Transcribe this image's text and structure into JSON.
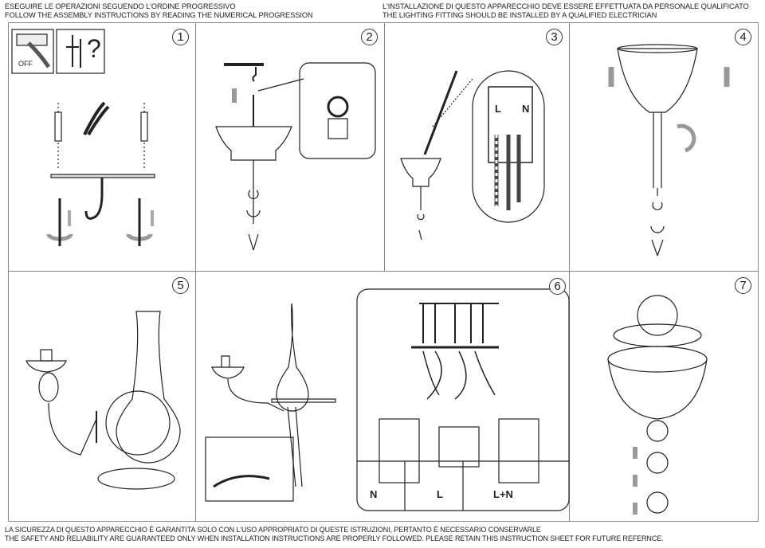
{
  "header": {
    "left_it": "ESEGUIRE LE OPERAZIONI SEGUENDO L'ORDINE PROGRESSIVO",
    "left_en": "FOLLOW THE ASSEMBLY INSTRUCTIONS BY READING THE NUMERICAL PROGRESSION",
    "right_it": "L'INSTALLAZIONE DI QUESTO APPARECCHIO DEVE ESSERE EFFETTUATA DA PERSONALE QUALIFICATO",
    "right_en": "THE LIGHTING FITTING SHOULD BE INSTALLED BY A QUALIFIED ELECTRICIAN"
  },
  "steps": [
    "1",
    "2",
    "3",
    "4",
    "5",
    "6",
    "7"
  ],
  "step1": {
    "switch_label": "OFF",
    "question": "?"
  },
  "step3": {
    "terminal_l": "L",
    "terminal_n": "N"
  },
  "step6": {
    "wire_n": "N",
    "wire_l": "L",
    "wire_ln": "L+N"
  },
  "footer": {
    "it": "LA SICUREZZA DI QUESTO APPARECCHIO È GARANTITA SOLO CON L'USO APPROPRIATO DI QUESTE ISTRUZIONI, PERTANTO È NECESSARIO CONSERVARLE",
    "en": "THE SAFETY AND RELIABILITY ARE GUARANTEED ONLY WHEN INSTALLATION INSTRUCTIONS ARE PROPERLY FOLLOWED. PLEASE RETAIN THIS INSTRUCTION SHEET FOR FUTURE REFERNCE."
  }
}
